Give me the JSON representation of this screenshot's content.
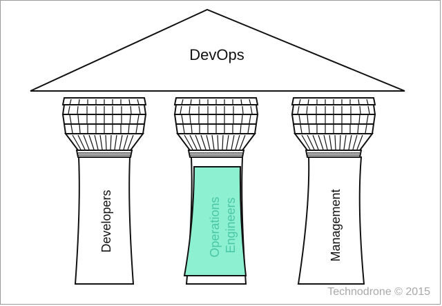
{
  "diagram": {
    "title": "DevOps",
    "pillars": [
      {
        "label_lines": [
          "Developers"
        ],
        "fill": "#ffffff"
      },
      {
        "label_lines": [
          "Operations",
          "Engineers"
        ],
        "fill": "#8df0d0",
        "text_color": "#4ac7a6"
      },
      {
        "label_lines": [
          "Management"
        ],
        "fill": "#ffffff"
      }
    ]
  },
  "watermark": "Technodrone © 2015"
}
